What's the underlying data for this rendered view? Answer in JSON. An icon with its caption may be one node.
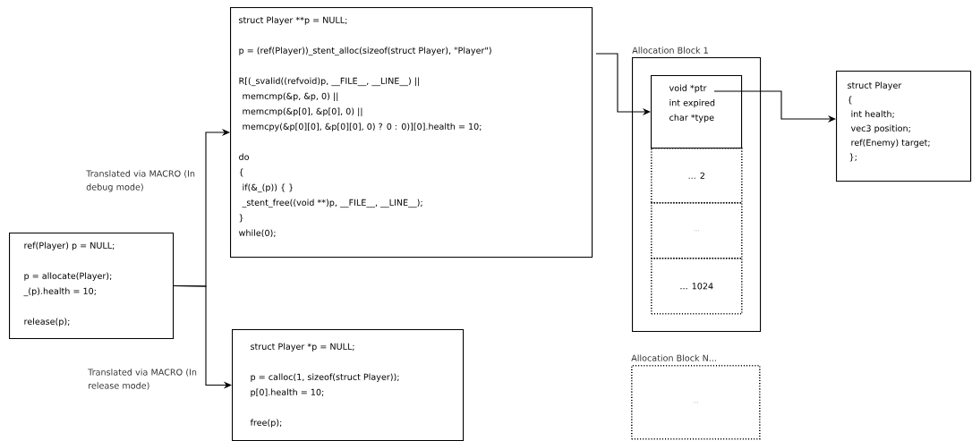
{
  "diagram": {
    "nodes": [
      {
        "text": [
          "ref(Player) p = NULL;",
          "p = allocate(Player);",
          "_(p).health = 10;",
          "release(p);"
        ]
      },
      {
        "text": [
          "struct Player **p = NULL;",
          "p = (ref(Player))_stent_alloc(sizeof(struct Player), \"Player\")",
          "R[(_svalid((refvoid)p, __FILE__, __LINE__) ||",
          "memcmp(&p, &p, 0) ||",
          "memcmp(&p[0], &p[0], 0) ||",
          "memcpy(&p[0][0], &p[0][0], 0) ? 0 : 0)][0].health = 10;",
          "do",
          "{",
          "if(&_(p)) { }",
          "_stent_free((void **)p, __FILE__, __LINE__);",
          "}",
          "while(0);"
        ]
      },
      {
        "text": [
          "struct Player *p = NULL;",
          "p = calloc(1, sizeof(struct Player));",
          "p[0].health = 10;",
          "free(p);"
        ]
      },
      {
        "text": [
          "Allocation Block 1"
        ]
      },
      {
        "text": [
          "void *ptr",
          "int expired",
          "char *type"
        ],
        "in": 3
      },
      {
        "text": [
          "... 2"
        ],
        "in": 3
      },
      {
        "text": [
          "..."
        ],
        "in": 3
      },
      {
        "text": [
          "... 1024"
        ],
        "in": 3
      },
      {
        "text": [
          "struct Player",
          "{",
          "int health;",
          "vec3 position;",
          "ref(Enemy) target;",
          "};"
        ]
      },
      {
        "text": [
          "Allocation Block N...",
          "..."
        ]
      }
    ],
    "edges": [
      {
        "from": 0,
        "to": 1,
        "arrow": "to",
        "label": "Translated via MACRO (In debug mode)"
      },
      {
        "from": 0,
        "to": 2,
        "arrow": "to",
        "label": "Translated via MACRO (In release mode)"
      },
      {
        "from": 1,
        "to": 4,
        "arrow": "to"
      },
      {
        "from": 4,
        "to": 8,
        "arrow": "to"
      }
    ]
  }
}
